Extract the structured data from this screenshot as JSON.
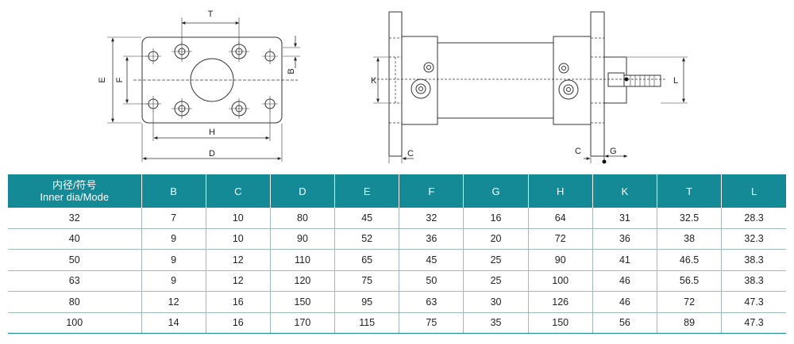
{
  "drawing": {
    "front_labels": {
      "T": "T",
      "E": "E",
      "F": "F",
      "B": "B",
      "H": "H",
      "D": "D"
    },
    "side_labels": {
      "K": "K",
      "C_left": "C",
      "C_right": "C",
      "G": "G",
      "L": "L"
    }
  },
  "table": {
    "header_cn": "内径/符号",
    "header_en": "Inner dia/Mode",
    "columns": [
      "B",
      "C",
      "D",
      "E",
      "F",
      "G",
      "H",
      "K",
      "T",
      "L"
    ],
    "rows": [
      [
        "32",
        "7",
        "10",
        "80",
        "45",
        "32",
        "16",
        "64",
        "31",
        "32.5",
        "28.3"
      ],
      [
        "40",
        "9",
        "10",
        "90",
        "52",
        "36",
        "20",
        "72",
        "36",
        "38",
        "32.3"
      ],
      [
        "50",
        "9",
        "12",
        "110",
        "65",
        "45",
        "25",
        "90",
        "41",
        "46.5",
        "38.3"
      ],
      [
        "63",
        "9",
        "12",
        "120",
        "75",
        "50",
        "25",
        "100",
        "46",
        "56.5",
        "38.3"
      ],
      [
        "80",
        "12",
        "16",
        "150",
        "95",
        "63",
        "30",
        "126",
        "46",
        "72",
        "47.3"
      ],
      [
        "100",
        "14",
        "16",
        "170",
        "115",
        "75",
        "35",
        "150",
        "56",
        "89",
        "47.3"
      ]
    ]
  }
}
